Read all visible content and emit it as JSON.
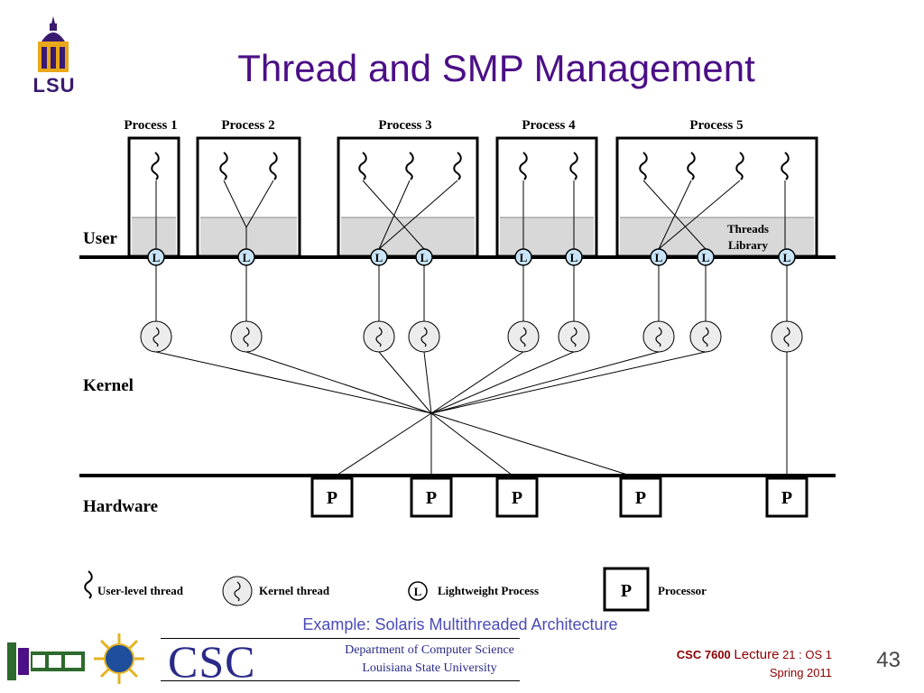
{
  "slide": {
    "title": "Thread and SMP Management",
    "caption": "Example: Solaris Multithreaded Architecture",
    "page_number": "43"
  },
  "logos": {
    "lsu": "LSU",
    "csc": "CSC",
    "dept_line1": "Department of Computer Science",
    "dept_line2": "Louisiana State University"
  },
  "footer": {
    "course_code": "CSC 7600",
    "lecture_word": "Lecture",
    "lecture_num": "21 : OS 1",
    "term": "Spring 2011"
  },
  "diagram": {
    "processes": [
      "Process 1",
      "Process 2",
      "Process 3",
      "Process 4",
      "Process 5"
    ],
    "threads_library_line1": "Threads",
    "threads_library_line2": "Library",
    "layers": {
      "user": "User",
      "kernel": "Kernel",
      "hardware": "Hardware"
    },
    "lwp_label": "L",
    "processor_label": "P",
    "legend": {
      "user_thread": "User-level thread",
      "kernel_thread": "Kernel thread",
      "lwp": "Lightweight Process",
      "processor": "Processor"
    },
    "colors": {
      "title": "#4b0f86",
      "caption": "#4a4ab8",
      "lwp_fill": "#c8e4f6",
      "user_area": "#d8d8d8",
      "footer_text": "#8b0000"
    }
  }
}
